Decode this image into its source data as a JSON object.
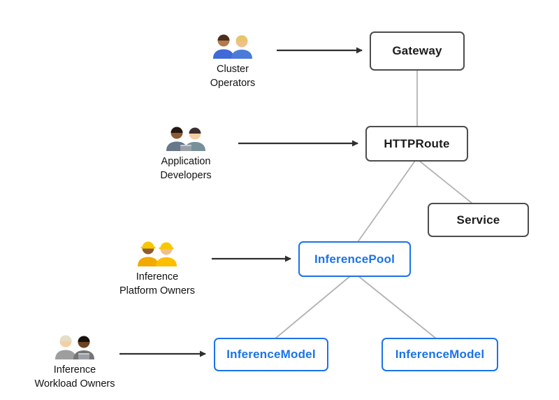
{
  "nodes": {
    "gateway": {
      "label": "Gateway"
    },
    "httproute": {
      "label": "HTTPRoute"
    },
    "service": {
      "label": "Service"
    },
    "inference_pool": {
      "label": "InferencePool"
    },
    "inference_model_1": {
      "label": "InferenceModel"
    },
    "inference_model_2": {
      "label": "InferenceModel"
    }
  },
  "actors": {
    "cluster_operators": {
      "line1": "Cluster",
      "line2": "Operators",
      "icon": "man-mechanic-and-woman-mechanic-emoji"
    },
    "application_developers": {
      "line1": "Application",
      "line2": "Developers",
      "icon": "man-technologist-and-woman-technologist-emoji"
    },
    "inference_platform_owners": {
      "line1": "Inference",
      "line2": "Platform Owners",
      "icon": "woman-and-man-construction-worker-emoji"
    },
    "inference_workload_owners": {
      "line1": "Inference",
      "line2": "Workload Owners",
      "icon": "woman-and-man-technologist-emoji"
    }
  },
  "colors": {
    "accent_blue": "#1a73e8",
    "node_border_dark": "#4d4d4d",
    "connector_gray": "#b3b3b3",
    "arrow_black": "#2f2f2f"
  }
}
